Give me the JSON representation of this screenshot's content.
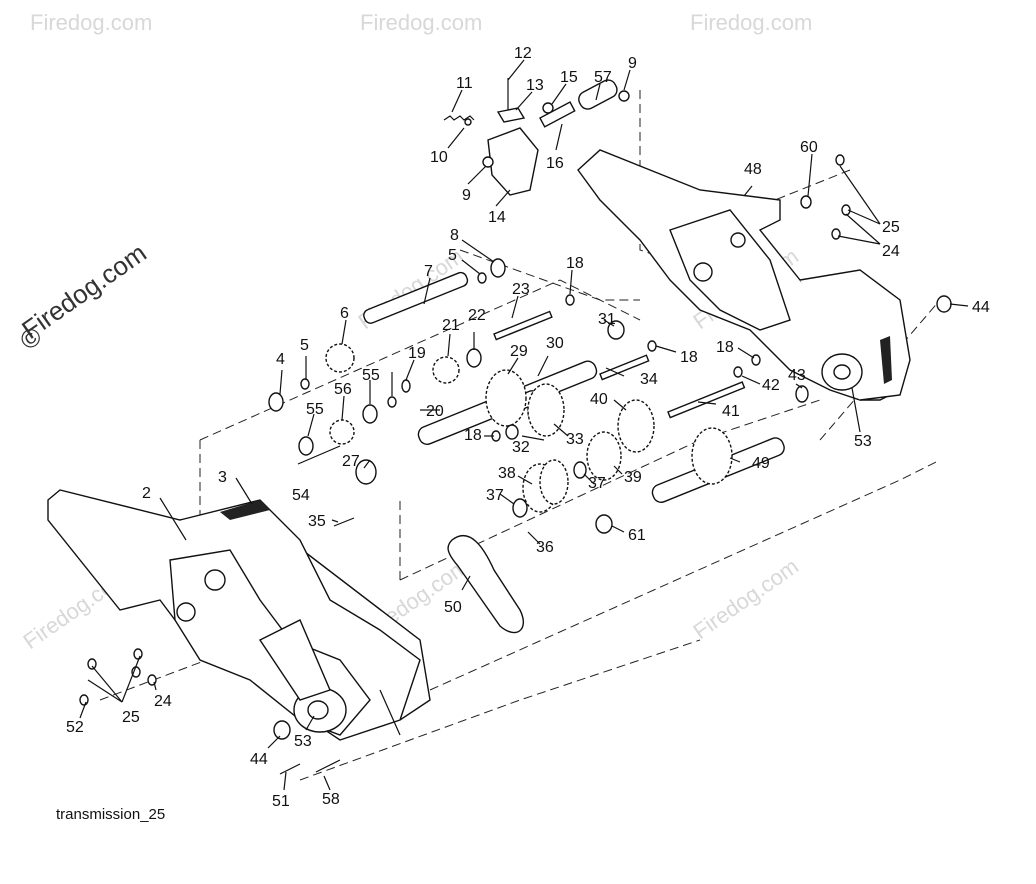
{
  "watermark": {
    "brand": "Firedog.com",
    "copyright_symbol": "©"
  },
  "caption": "transmission_25",
  "callouts": [
    "2",
    "3",
    "4",
    "5",
    "5",
    "6",
    "7",
    "8",
    "9",
    "9",
    "10",
    "11",
    "12",
    "13",
    "14",
    "15",
    "16",
    "18",
    "18",
    "18",
    "18",
    "19",
    "20",
    "21",
    "22",
    "23",
    "24",
    "24",
    "25",
    "25",
    "27",
    "29",
    "30",
    "31",
    "32",
    "33",
    "34",
    "35",
    "36",
    "37",
    "37",
    "38",
    "39",
    "40",
    "41",
    "42",
    "43",
    "44",
    "44",
    "48",
    "49",
    "50",
    "51",
    "52",
    "53",
    "53",
    "54",
    "55",
    "55",
    "56",
    "57",
    "58",
    "60",
    "61"
  ]
}
